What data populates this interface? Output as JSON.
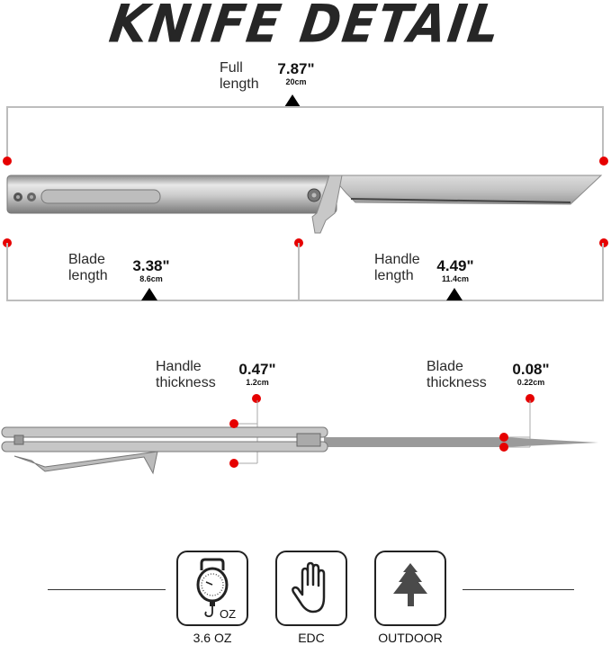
{
  "title": "KNIFE DETAIL",
  "measurements": {
    "full_length": {
      "label_line1": "Full",
      "label_line2": "length",
      "value_in": "7.87\"",
      "value_cm": "20cm"
    },
    "blade_length": {
      "label_line1": "Blade",
      "label_line2": "length",
      "value_in": "3.38\"",
      "value_cm": "8.6cm"
    },
    "handle_length": {
      "label_line1": "Handle",
      "label_line2": "length",
      "value_in": "4.49\"",
      "value_cm": "11.4cm"
    },
    "handle_thickness": {
      "label_line1": "Handle",
      "label_line2": "thickness",
      "value_in": "0.47\"",
      "value_cm": "1.2cm"
    },
    "blade_thickness": {
      "label_line1": "Blade",
      "label_line2": "thickness",
      "value_in": "0.08\"",
      "value_cm": "0.22cm"
    }
  },
  "features": [
    {
      "icon": "scale-icon",
      "icon_text": "OZ",
      "label": "3.6 OZ"
    },
    {
      "icon": "hand-icon",
      "label": "EDC"
    },
    {
      "icon": "tree-icon",
      "label": "OUTDOOR"
    }
  ],
  "colors": {
    "marker": "#e60000",
    "guide_line": "#bdbdbd",
    "title": "#262626"
  }
}
